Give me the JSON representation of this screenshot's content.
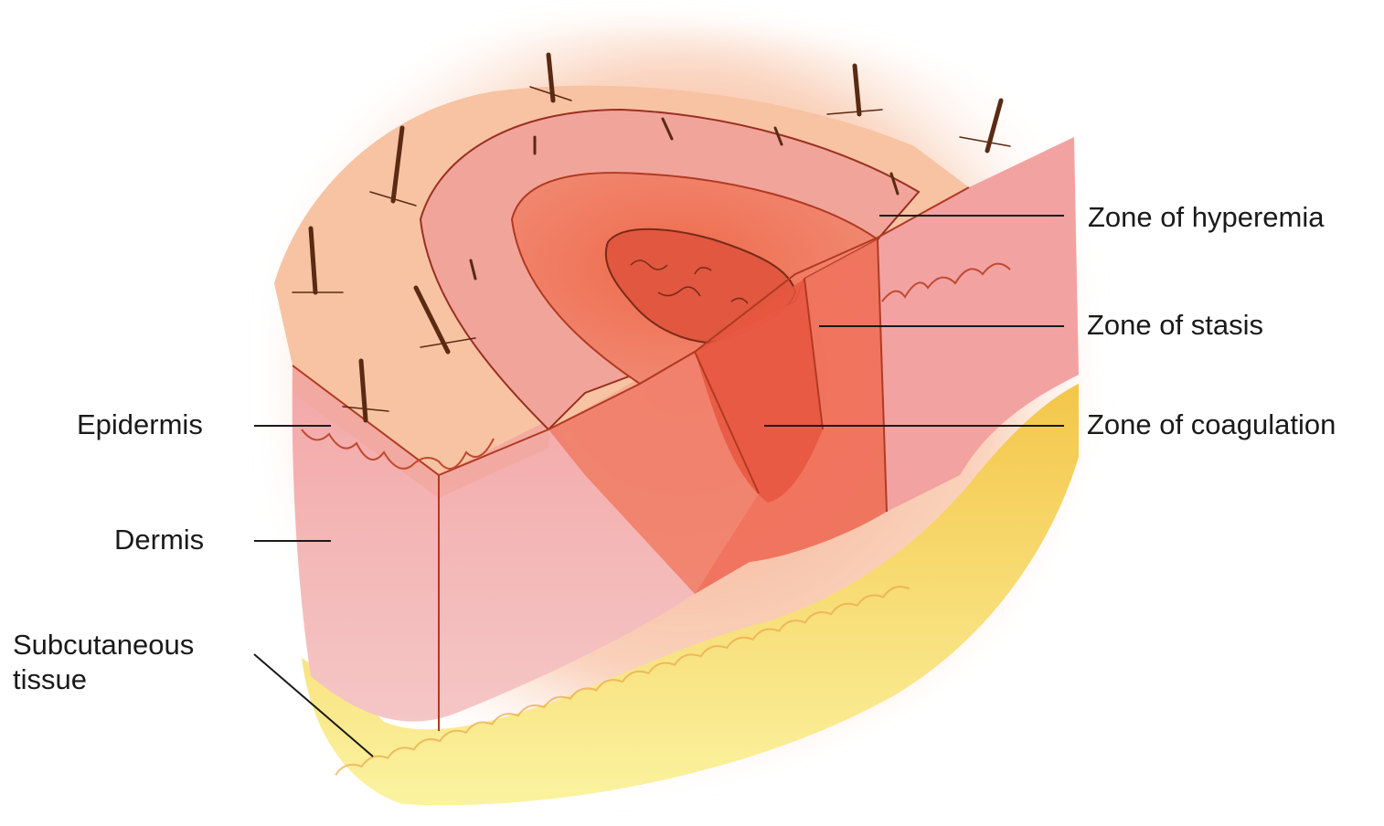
{
  "diagram": {
    "labels": {
      "epidermis": "Epidermis",
      "dermis": "Dermis",
      "subcutaneous_line1": "Subcutaneous",
      "subcutaneous_line2": "tissue",
      "zone_hyperemia": "Zone of hyperemia",
      "zone_stasis": "Zone of stasis",
      "zone_coagulation": "Zone of coagulation"
    },
    "colors": {
      "hyperemia": "#f3a08a",
      "stasis": "#ee6a50",
      "coagulation": "#e2503a",
      "epidermis_surface": "#f7c9a6",
      "dermis": "#f6bcbc",
      "subcutaneous_fat": "#f6e24a",
      "leader_line": "#1a1a1a"
    }
  }
}
